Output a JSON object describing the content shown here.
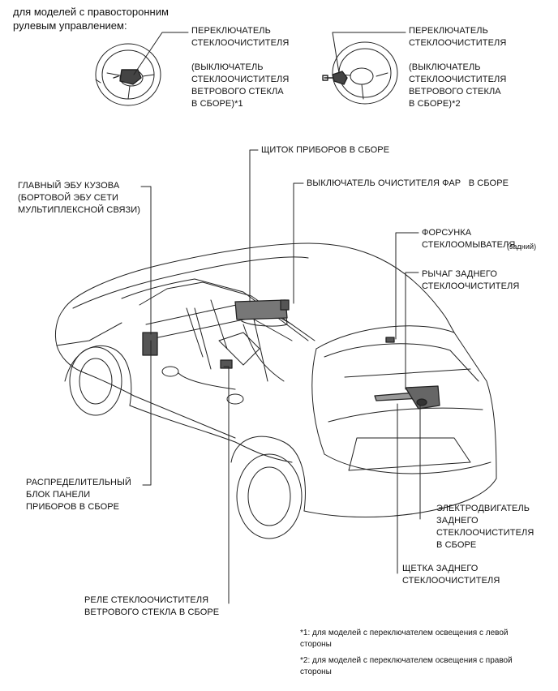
{
  "header": "для моделей с правосторонним\nрулевым управлением:",
  "labels": {
    "switch_left": "ПЕРЕКЛЮЧАТЕЛЬ\nСТЕКЛООЧИСТИТЕЛЯ\n\n(ВЫКЛЮЧАТЕЛЬ\nСТЕКЛООЧИСТИТЕЛЯ\nВЕТРОВОГО СТЕКЛА\nВ СБОРЕ)*1",
    "switch_right": "ПЕРЕКЛЮЧАТЕЛЬ\nСТЕКЛООЧИСТИТЕЛЯ\n\n(ВЫКЛЮЧАТЕЛЬ\nСТЕКЛООЧИСТИТЕЛЯ\nВЕТРОВОГО СТЕКЛА\nВ СБОРЕ)*2",
    "meter": "ЩИТОК ПРИБОРОВ В СБОРЕ",
    "headlamp_cleaner": "ВЫКЛЮЧАТЕЛЬ ОЧИСТИТЕЛЯ ФАР   В СБОРЕ",
    "body_ecu": "ГЛАВНЫЙ ЭБУ КУЗОВА\n(БОРТОВОЙ ЭБУ СЕТИ\nМУЛЬТИПЛЕКСНОЙ СВЯЗИ)",
    "nozzle": "ФОРСУНКА\nСТЕКЛООМЫВАТЕЛЯ",
    "nozzle_note": "(задний)",
    "rear_arm": "РЫЧАГ ЗАДНЕГО\nСТЕКЛООЧИСТИТЕЛЯ",
    "junction_block": "РАСПРЕДЕЛИТЕЛЬНЫЙ\nБЛОК ПАНЕЛИ\nПРИБОРОВ В СБОРЕ",
    "rear_motor": "ЭЛЕКТРОДВИГАТЕЛЬ\nЗАДНЕГО\nСТЕКЛООЧИСТИТЕЛЯ\nВ СБОРЕ",
    "rear_blade": "ЩЕТКА ЗАДНЕГО\nСТЕКЛООЧИСТИТЕЛЯ",
    "relay": "РЕЛЕ СТЕКЛООЧИСТИТЕЛЯ\nВЕТРОВОГО СТЕКЛА В СБОРЕ"
  },
  "footnotes": {
    "note1": "*1: для моделей с переключателем освещения с левой\nстороны",
    "note2": "*2: для моделей с переключателем освещения с правой\nстороны"
  }
}
